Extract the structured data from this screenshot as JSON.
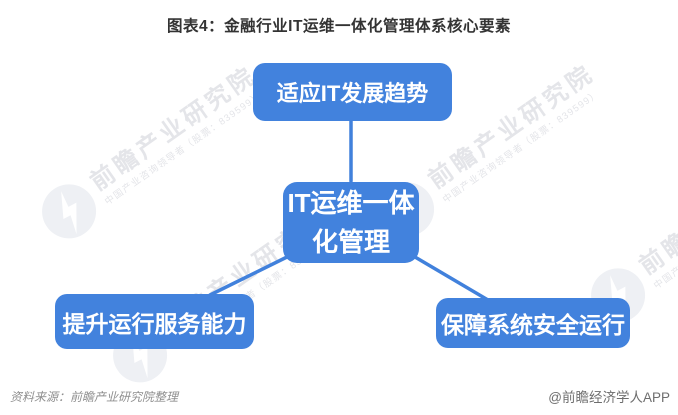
{
  "title": "图表4：金融行业IT运维一体化管理体系核心要素",
  "diagram": {
    "center": {
      "lines": [
        "IT运维一体",
        "化管理"
      ]
    },
    "nodes": {
      "top": "适应IT发展趋势",
      "bottom_left": "提升运行服务能力",
      "bottom_right": "保障系统安全运行"
    }
  },
  "watermark": {
    "main": "前瞻产业研究院",
    "sub": "中国产业咨询领导者（股票：839599）"
  },
  "footer": {
    "source": "资料来源：前瞻产业研究院整理",
    "credit": "@前瞻经济学人APP"
  },
  "colors": {
    "node_fill": "#4282DD",
    "node_text": "#FFFFFF",
    "connector": "#4181DC",
    "title": "#333333",
    "footer_source": "#8F8F8F",
    "footer_credit": "#6E6E6E",
    "watermark": "#E4E5E9",
    "watermark_logo": "#EEF0F4"
  }
}
